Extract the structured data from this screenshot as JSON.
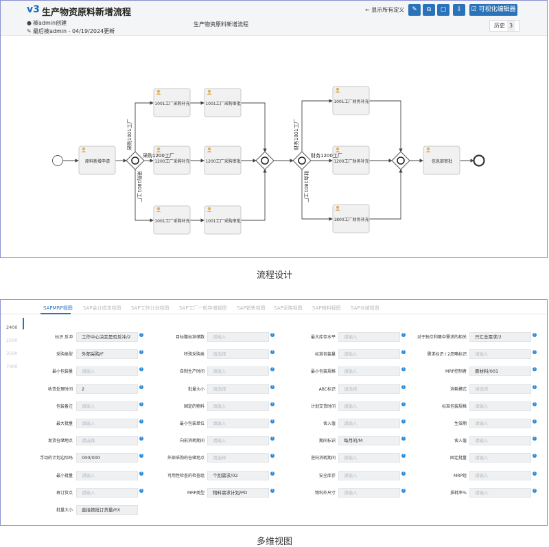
{
  "header": {
    "version": "v3",
    "title": "生产物资原料新增流程",
    "created_by": "被admin创建",
    "updated_by": "最后被admin - 04/19/2024更新",
    "process_name": "生产物资原料新增流程",
    "show_all_link": "← 显示所有定义",
    "visual_editor_button": "可视化编辑器",
    "history_label": "历史",
    "history_count": "3"
  },
  "flow": {
    "tasks": {
      "apply": "原料新增申请",
      "t1001_purchase": "1001工厂采购补充",
      "t1001_approve": "1001工厂采购审批",
      "t1200_purchase": "1200工厂采购补充",
      "t1200_approve": "1200工厂采购审批",
      "t1801_purchase": "1001工厂采购补充",
      "t1801_approve": "1001工厂采购审批",
      "f1001": "1001工厂财务补充",
      "f1200": "1200工厂财务补充",
      "f1800": "1800工厂财务补充",
      "final": "信息部审批"
    },
    "edges": {
      "p1001": "采购1001工厂",
      "p1200": "采购1200工厂",
      "p1801": "采购1801工厂",
      "f1001": "财务1001工厂",
      "f1200": "财务1200工厂",
      "f1801": "财务1801工厂"
    }
  },
  "captions": {
    "top": "流程设计",
    "bottom": "多维视图"
  },
  "tabs": [
    "SAPMRP视图",
    "SAP会计成本视图",
    "SAP工作计划视图",
    "SAP工厂一般存储视图",
    "SAP销售视图",
    "SAP采购视图",
    "SAP物料视图",
    "SAP仓储视图"
  ],
  "years": [
    "2400",
    "2500",
    "3500",
    "7000"
  ],
  "fields": [
    {
      "label": "标识 反冲",
      "value": "工作中心决定是否反冲/2",
      "ph": false
    },
    {
      "label": "目标髂标准储数",
      "value": "请输入",
      "ph": true
    },
    {
      "label": "最大库存水平",
      "value": "请输入",
      "ph": true
    },
    {
      "label": "对于独立和集中需求的相关",
      "value": "只汇总需求/2",
      "ph": false
    },
    {
      "label": "采购类型",
      "value": "外部采购/F",
      "ph": false
    },
    {
      "label": "特殊采购类",
      "value": "请选择",
      "ph": true
    },
    {
      "label": "标准包装量",
      "value": "请输入",
      "ph": true
    },
    {
      "label": "需求标识 / 2忽略标识",
      "value": "请输入",
      "ph": true
    },
    {
      "label": "最小包装量",
      "value": "请输入",
      "ph": true
    },
    {
      "label": "自制生产时间",
      "value": "请输入",
      "ph": true
    },
    {
      "label": "最小包装规格",
      "value": "请输入",
      "ph": true
    },
    {
      "label": "MRP控制者",
      "value": "原材料/001",
      "ph": false
    },
    {
      "label": "收货处理时间",
      "value": "2",
      "ph": false
    },
    {
      "label": "批量大小",
      "value": "请选择",
      "ph": true
    },
    {
      "label": "ABC标识",
      "value": "请选择",
      "ph": true
    },
    {
      "label": "消耗模式",
      "value": "请选择",
      "ph": true
    },
    {
      "label": "包装备注",
      "value": "请输入",
      "ph": true
    },
    {
      "label": "固定的物料",
      "value": "请输入",
      "ph": true
    },
    {
      "label": "计划交货时间",
      "value": "请输入",
      "ph": true
    },
    {
      "label": "标准包装规格",
      "value": "请输入",
      "ph": true
    },
    {
      "label": "最大批量",
      "value": "请输入",
      "ph": true
    },
    {
      "label": "最小包装单位",
      "value": "请输入",
      "ph": true
    },
    {
      "label": "舍入值",
      "value": "请输入",
      "ph": true
    },
    {
      "label": "生效期",
      "value": "请输入",
      "ph": true
    },
    {
      "label": "发货仓储地点",
      "value": "请选择",
      "ph": true
    },
    {
      "label": "向前消耗期间",
      "value": "请输入",
      "ph": true
    },
    {
      "label": "期间标识",
      "value": "每月的/M",
      "ph": false
    },
    {
      "label": "舍入值",
      "value": "请输入",
      "ph": true
    },
    {
      "label": "浮动的计划边际码",
      "value": "000/000",
      "ph": false
    },
    {
      "label": "外部采购的仓储地点",
      "value": "请选择",
      "ph": true
    },
    {
      "label": "逆向消耗期间",
      "value": "请输入",
      "ph": true
    },
    {
      "label": "固定批量",
      "value": "请输入",
      "ph": true
    },
    {
      "label": "最小批量",
      "value": "请输入",
      "ph": true
    },
    {
      "label": "可用性检查的检查组",
      "value": "个别需求/02",
      "ph": false
    },
    {
      "label": "安全库存",
      "value": "请输入",
      "ph": true
    },
    {
      "label": "MRP组",
      "value": "请输入",
      "ph": true
    },
    {
      "label": "再订货点",
      "value": "请输入",
      "ph": true
    },
    {
      "label": "MRP类型",
      "value": "物料需求计划/PD",
      "ph": false
    },
    {
      "label": "物料外尺寸",
      "value": "请输入",
      "ph": true
    },
    {
      "label": "损耗率%",
      "value": "请输入",
      "ph": true
    },
    {
      "label": "批量大小",
      "value": "直接按批订货量/EX",
      "ph": false
    }
  ]
}
